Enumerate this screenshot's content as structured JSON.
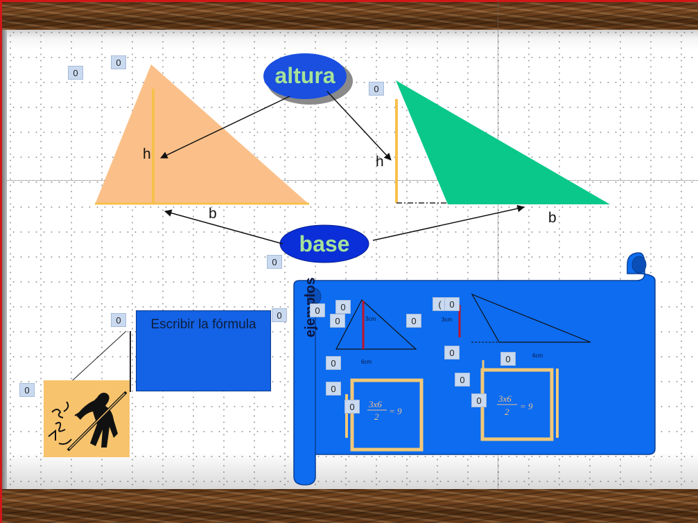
{
  "slide": {
    "altura_label": "altura",
    "base_label": "base",
    "h_left": "h",
    "h_right": "h",
    "b_left": "b",
    "b_right": "b",
    "formula_text": "Escribir la fórmula",
    "ejemplos_label": "ejemplos",
    "example1": {
      "height": "3cm",
      "base": "6cm",
      "numerator": "3x6",
      "denominator": "2",
      "result": "= 9"
    },
    "example2": {
      "height": "3cm",
      "base": "6cm",
      "numerator": "3x6",
      "denominator": "2",
      "result": "= 9"
    }
  },
  "markers": [
    {
      "id": "m1",
      "text": "0"
    },
    {
      "id": "m2",
      "text": "0"
    },
    {
      "id": "m3",
      "text": "0"
    },
    {
      "id": "m4",
      "text": "0"
    },
    {
      "id": "m5",
      "text": "0"
    },
    {
      "id": "m6",
      "text": "0"
    },
    {
      "id": "m7",
      "text": "0"
    },
    {
      "id": "m8",
      "text": "0"
    },
    {
      "id": "m9",
      "text": "0"
    },
    {
      "id": "m10",
      "text": "0"
    },
    {
      "id": "m11",
      "text": "0"
    },
    {
      "id": "m12",
      "text": "( 0"
    },
    {
      "id": "m13",
      "text": "0"
    },
    {
      "id": "m14",
      "text": "0"
    },
    {
      "id": "m15",
      "text": "0"
    },
    {
      "id": "m16",
      "text": "0"
    },
    {
      "id": "m17",
      "text": "0"
    },
    {
      "id": "m18",
      "text": "0"
    },
    {
      "id": "m19",
      "text": "0"
    },
    {
      "id": "m20",
      "text": "0"
    }
  ],
  "colors": {
    "triangle_left": "#fbc089",
    "triangle_right": "#0ac88a",
    "height_line": "#f7c04c",
    "oval_blue": "#1a4fe0",
    "oval_text": "#a6e29a",
    "scroll_blue": "#0d6cf0",
    "formula_box": "#1462e6"
  }
}
